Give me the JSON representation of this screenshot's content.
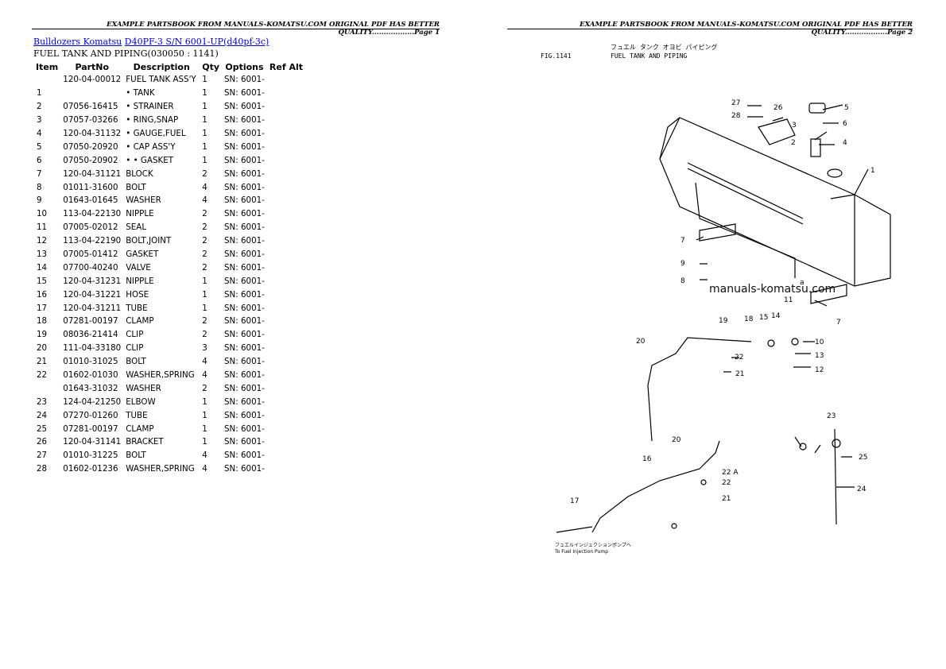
{
  "header_left": "EXAMPLE PARTSBOOK FROM MANUALS-KOMATSU.COM ORIGINAL PDF HAS BETTER QUALITY..................Page 1",
  "header_right": "EXAMPLE PARTSBOOK FROM MANUALS-KOMATSU.COM ORIGINAL PDF HAS BETTER QUALITY..................Page 2",
  "breadcrumb": {
    "category": "Bulldozers Komatsu",
    "model": "D40PF-3 S/N 6001-UP(d40pf-3c)"
  },
  "section_title": "FUEL TANK AND PIPING(030050 : 1141)",
  "table": {
    "headers": [
      "Item",
      "PartNo",
      "Description",
      "Qty",
      "Options",
      "Ref Alt"
    ],
    "rows": [
      [
        "",
        "120-04-00012",
        "FUEL TANK ASS'Y",
        "1",
        "SN: 6001-",
        ""
      ],
      [
        "1",
        "",
        "• TANK",
        "1",
        "SN: 6001-",
        ""
      ],
      [
        "2",
        "07056-16415",
        "• STRAINER",
        "1",
        "SN: 6001-",
        ""
      ],
      [
        "3",
        "07057-03266",
        "• RING,SNAP",
        "1",
        "SN: 6001-",
        ""
      ],
      [
        "4",
        "120-04-31132",
        "• GAUGE,FUEL",
        "1",
        "SN: 6001-",
        ""
      ],
      [
        "5",
        "07050-20920",
        "• CAP ASS'Y",
        "1",
        "SN: 6001-",
        ""
      ],
      [
        "6",
        "07050-20902",
        "• • GASKET",
        "1",
        "SN: 6001-",
        ""
      ],
      [
        "7",
        "120-04-31121",
        "BLOCK",
        "2",
        "SN: 6001-",
        ""
      ],
      [
        "8",
        "01011-31600",
        "BOLT",
        "4",
        "SN: 6001-",
        ""
      ],
      [
        "9",
        "01643-01645",
        "WASHER",
        "4",
        "SN: 6001-",
        ""
      ],
      [
        "10",
        "113-04-22130",
        "NIPPLE",
        "2",
        "SN: 6001-",
        ""
      ],
      [
        "11",
        "07005-02012",
        "SEAL",
        "2",
        "SN: 6001-",
        ""
      ],
      [
        "12",
        "113-04-22190",
        "BOLT,JOINT",
        "2",
        "SN: 6001-",
        ""
      ],
      [
        "13",
        "07005-01412",
        "GASKET",
        "2",
        "SN: 6001-",
        ""
      ],
      [
        "14",
        "07700-40240",
        "VALVE",
        "2",
        "SN: 6001-",
        ""
      ],
      [
        "15",
        "120-04-31231",
        "NIPPLE",
        "1",
        "SN: 6001-",
        ""
      ],
      [
        "16",
        "120-04-31221",
        "HOSE",
        "1",
        "SN: 6001-",
        ""
      ],
      [
        "17",
        "120-04-31211",
        "TUBE",
        "1",
        "SN: 6001-",
        ""
      ],
      [
        "18",
        "07281-00197",
        "CLAMP",
        "2",
        "SN: 6001-",
        ""
      ],
      [
        "19",
        "08036-21414",
        "CLIP",
        "2",
        "SN: 6001-",
        ""
      ],
      [
        "20",
        "111-04-33180",
        "CLIP",
        "3",
        "SN: 6001-",
        ""
      ],
      [
        "21",
        "01010-31025",
        "BOLT",
        "4",
        "SN: 6001-",
        ""
      ],
      [
        "22",
        "01602-01030",
        "WASHER,SPRING",
        "4",
        "SN: 6001-",
        ""
      ],
      [
        "",
        "01643-31032",
        "WASHER",
        "2",
        "SN: 6001-",
        ""
      ],
      [
        "23",
        "124-04-21250",
        "ELBOW",
        "1",
        "SN: 6001-",
        ""
      ],
      [
        "24",
        "07270-01260",
        "TUBE",
        "1",
        "SN: 6001-",
        ""
      ],
      [
        "25",
        "07281-00197",
        "CLAMP",
        "1",
        "SN: 6001-",
        ""
      ],
      [
        "26",
        "120-04-31141",
        "BRACKET",
        "1",
        "SN: 6001-",
        ""
      ],
      [
        "27",
        "01010-31225",
        "BOLT",
        "4",
        "SN: 6001-",
        ""
      ],
      [
        "28",
        "01602-01236",
        "WASHER,SPRING",
        "4",
        "SN: 6001-",
        ""
      ]
    ]
  },
  "figure": {
    "fig_number": "FIG.1141",
    "fig_title": "FUEL TANK AND PIPING",
    "fig_title_jp": "フュエル タンク オヨビ パイピング",
    "watermark": "manuals-komatsu.com",
    "pump_note_jp": "フュエルインジェクションポンプへ",
    "pump_note": "To Fuel Injection Pump",
    "callouts": [
      "1",
      "2",
      "3",
      "4",
      "5",
      "6",
      "7",
      "8",
      "9",
      "10",
      "11",
      "12",
      "13",
      "14",
      "15",
      "16",
      "17",
      "18",
      "19",
      "20",
      "21",
      "22",
      "22 A",
      "23",
      "24",
      "25",
      "26",
      "27",
      "28",
      "a"
    ]
  }
}
